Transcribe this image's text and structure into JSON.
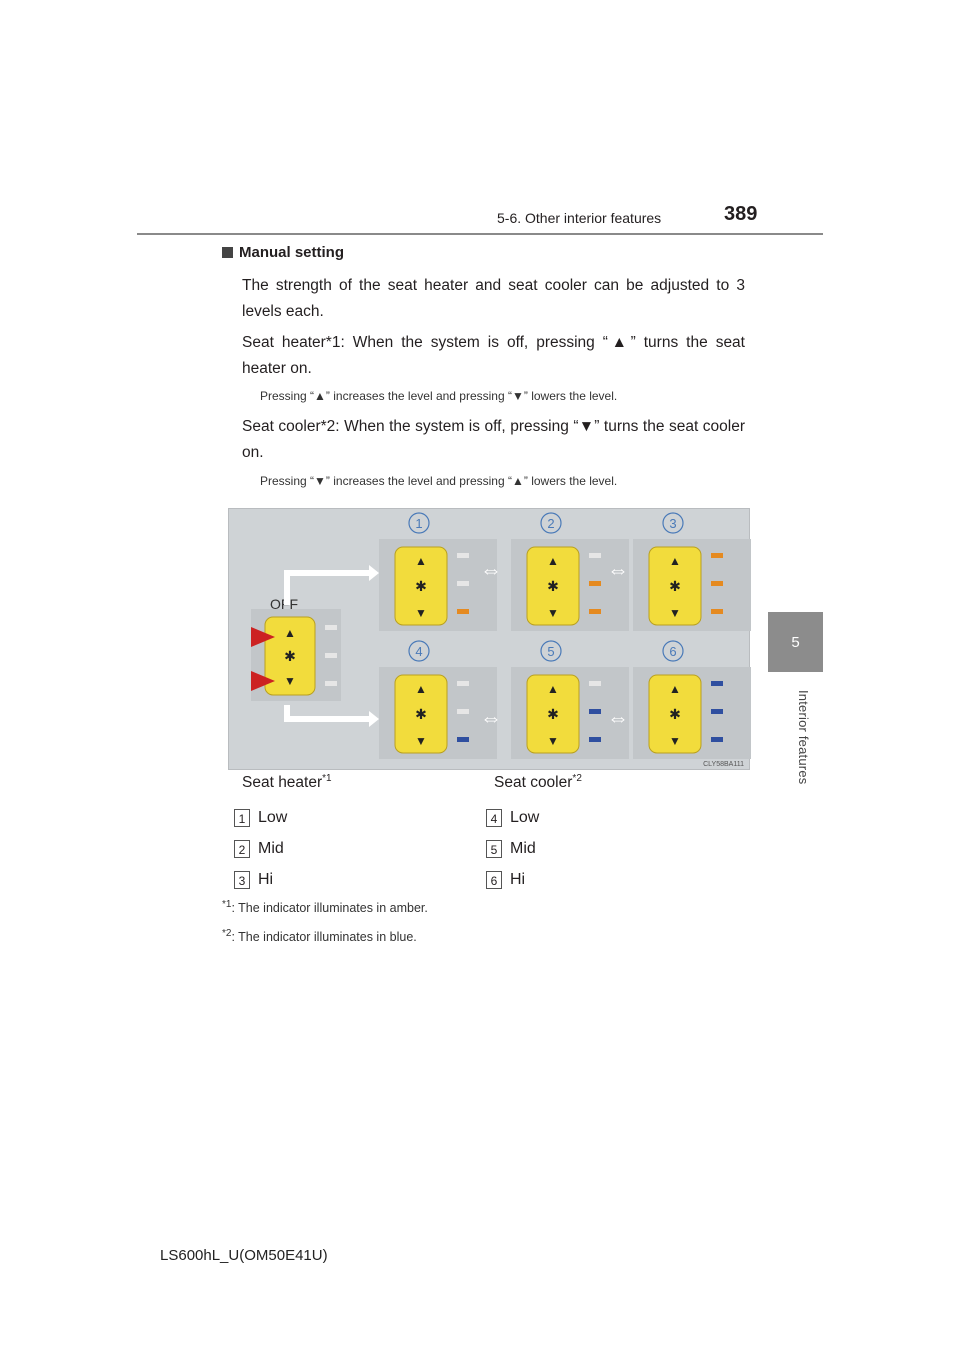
{
  "header": {
    "section": "5-6. Other interior features",
    "page_number": "389"
  },
  "side_tab": {
    "number": "5",
    "label": "Interior features"
  },
  "heading": "Manual setting",
  "paragraphs": {
    "p1": "The strength of the seat heater and seat cooler can be adjusted to 3 levels each.",
    "p2": "Seat heater*1: When the system is off, pressing “▲” turns the seat heater on.",
    "n1": "Pressing “▲” increases the level and pressing “▼” lowers the level.",
    "p3": "Seat cooler*2: When the system is off, pressing “▼” turns the seat cooler on.",
    "n2": "Pressing “▼” increases the level and pressing “▲” lowers the level."
  },
  "figure": {
    "off_label": "OFF",
    "code": "CLY58BA111",
    "numbers": [
      "1",
      "2",
      "3",
      "4",
      "5",
      "6"
    ]
  },
  "legend": {
    "heater_title": "Seat heater",
    "heater_sup": "*1",
    "cooler_title": "Seat cooler",
    "cooler_sup": "*2",
    "heater_items": [
      {
        "num": "1",
        "label": "Low"
      },
      {
        "num": "2",
        "label": "Mid"
      },
      {
        "num": "3",
        "label": "Hi"
      }
    ],
    "cooler_items": [
      {
        "num": "4",
        "label": "Low"
      },
      {
        "num": "5",
        "label": "Mid"
      },
      {
        "num": "6",
        "label": "Hi"
      }
    ]
  },
  "footnotes": {
    "f1_mark": "*1",
    "f1": ": The indicator illuminates in amber.",
    "f2_mark": "*2",
    "f2": ": The indicator illuminates in blue."
  },
  "footer": "LS600hL_U(OM50E41U)",
  "colors": {
    "amber": "#e58a20",
    "blue": "#2f4fa0",
    "button": "#f2dc3c",
    "off_led": "#e6e6e6"
  }
}
